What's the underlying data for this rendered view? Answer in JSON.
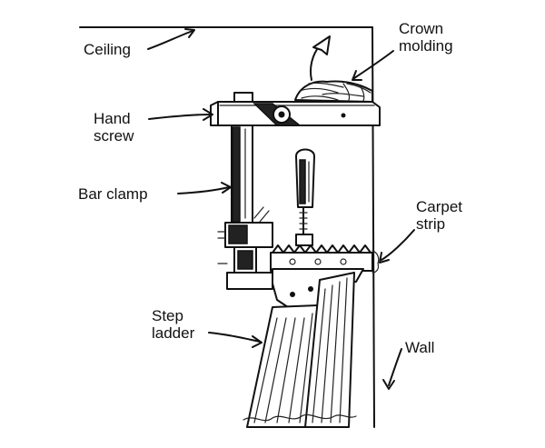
{
  "labels": {
    "ceiling": "Ceiling",
    "crown_molding_1": "Crown",
    "crown_molding_2": "molding",
    "hand_screw_1": "Hand",
    "hand_screw_2": "screw",
    "bar_clamp": "Bar clamp",
    "carpet_strip_1": "Carpet",
    "carpet_strip_2": "strip",
    "step_ladder_1": "Step",
    "step_ladder_2": "ladder",
    "wall": "Wall"
  }
}
